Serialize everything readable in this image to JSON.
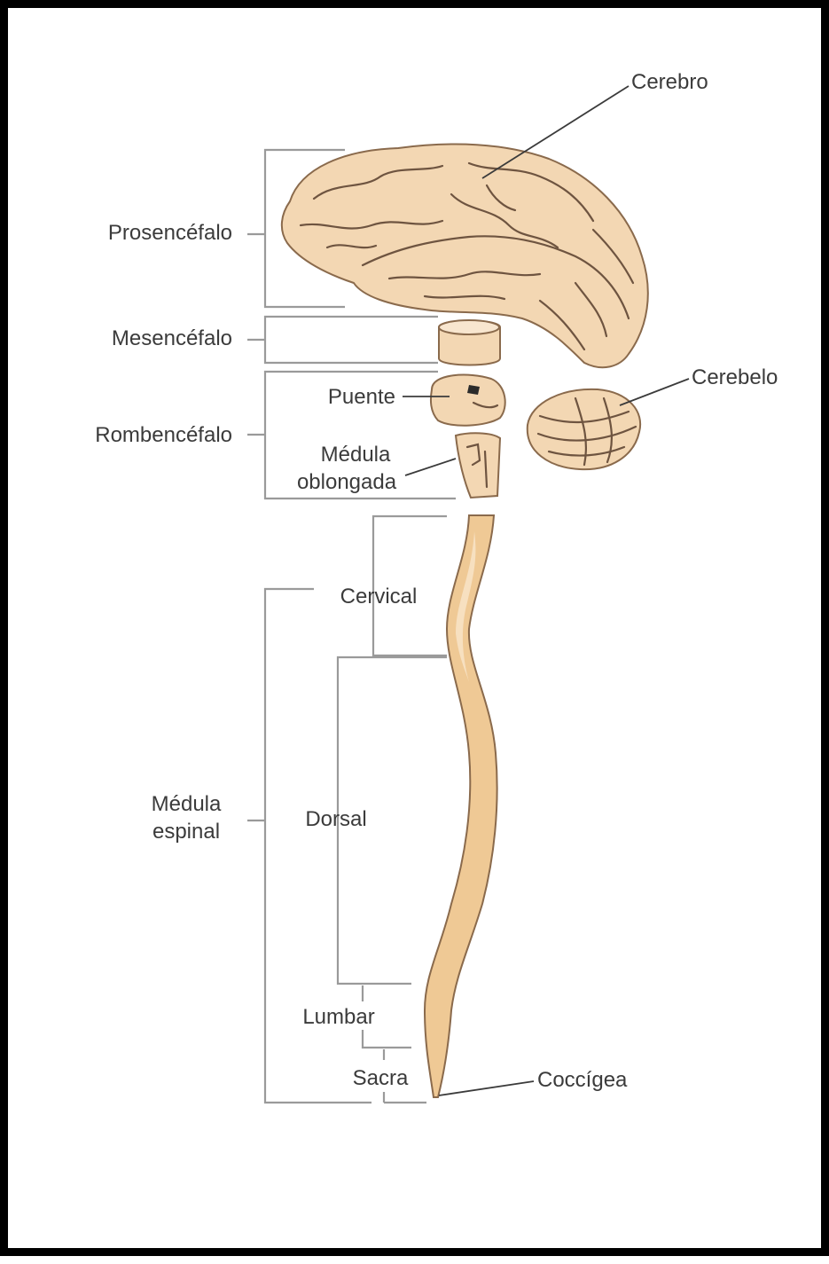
{
  "labels": {
    "cerebro": "Cerebro",
    "prosencefalo": "Prosencéfalo",
    "mesencefalo": "Mesencéfalo",
    "rombencefalo": "Rombencéfalo",
    "puente": "Puente",
    "medula_oblongada_line1": "Médula",
    "medula_oblongada_line2": "oblongada",
    "cerebelo": "Cerebelo",
    "cervical": "Cervical",
    "medula_espinal_line1": "Médula",
    "medula_espinal_line2": "espinal",
    "dorsal": "Dorsal",
    "lumbar": "Lumbar",
    "sacra": "Sacra",
    "coccigea": "Coccígea"
  },
  "colors": {
    "frame": "#000000",
    "organ_fill": "#f3d7b3",
    "organ_shadow": "#e6bd8e",
    "spine_fill": "#efc995",
    "outline": "#8a6a4c",
    "bracket": "#9a9a9a",
    "text": "#3b3b3b"
  }
}
